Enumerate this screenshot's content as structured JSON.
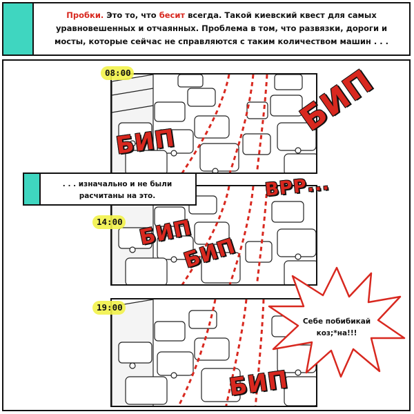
{
  "header": {
    "lead_word": "Пробки.",
    "text_before_highlight": " Это то, что ",
    "highlight_word": "бесит",
    "text_after_highlight": " всегда. Такой киевский квест для самых уравновешенных и отчаянных. Проблема в том, что развязки, дороги и мосты, которые сейчас не справляются с таким количеством машин . . .",
    "teal_color": "#3fd6c0",
    "red_color": "#d8281f"
  },
  "panels": [
    {
      "time": "08:00"
    },
    {
      "time": "14:00"
    },
    {
      "time": "19:00"
    }
  ],
  "caption": {
    "text": ". . . изначально и не были расчитаны на это."
  },
  "sfx": {
    "beep_1": "БИП",
    "beep_2": "БИП",
    "beep_3": "БИП",
    "beep_4": "БИП",
    "beep_5": "БИП",
    "vrr": "ВРР..."
  },
  "speech_burst": {
    "text": "Себе побибикай коз;*на!!!"
  },
  "highlight_color": "#f2f24a"
}
